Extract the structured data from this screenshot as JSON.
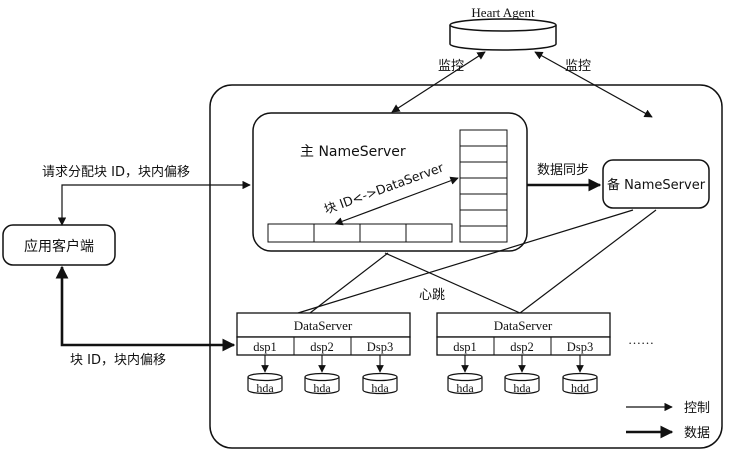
{
  "heart_agent": {
    "label": "Heart Agent",
    "monitor_left": "监控",
    "monitor_right": "监控"
  },
  "client": {
    "label": "应用客户端"
  },
  "request_label": "请求分配块 ID，块内偏移",
  "data_label": "块 ID，块内偏移",
  "master": {
    "label": "主 NameServer",
    "mapping_label": "块 ID<->DataServer"
  },
  "sync_label": "数据同步",
  "backup": {
    "label": "备 NameServer"
  },
  "heartbeat_label": "心跳",
  "dataservers": [
    {
      "title": "DataServer",
      "procs": [
        "dsp1",
        "dsp2",
        "Dsp3"
      ],
      "disks": [
        "hda",
        "hda",
        "hda"
      ]
    },
    {
      "title": "DataServer",
      "procs": [
        "dsp1",
        "dsp2",
        "Dsp3"
      ],
      "disks": [
        "hda",
        "hda",
        "hdd"
      ]
    }
  ],
  "ellipsis": "……",
  "legend": {
    "control": "控制",
    "data": "数据"
  }
}
